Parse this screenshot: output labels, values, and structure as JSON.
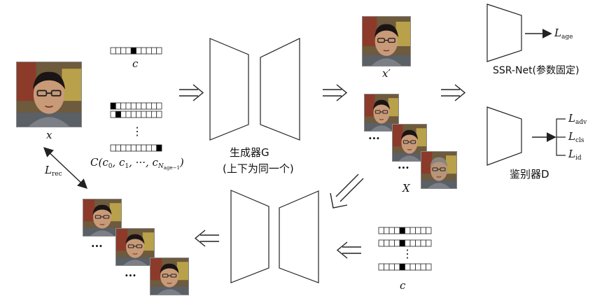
{
  "labels": {
    "x": "x",
    "x_prime": "x′",
    "X": "X",
    "c_top": "c",
    "c_bottom": "c",
    "C_main": "C(c",
    "C_s0": "0",
    "C_mid1": ", c",
    "C_s1": "1",
    "C_mid2": ", ···, c",
    "C_sN": "N",
    "C_sNsub": "age−1",
    "C_end": ")",
    "L_rec": "L",
    "L_rec_sub": "rec",
    "L_age": "L",
    "L_age_sub": "age",
    "L_adv": "L",
    "L_adv_sub": "adv",
    "L_cls": "L",
    "L_cls_sub": "cls",
    "L_id": "L",
    "L_id_sub": "id",
    "generator_line1": "生成器G",
    "generator_line2": "(上下为同一个)",
    "ssr_net": "SSR-Net(参数固定)",
    "discriminator": "鉴别器D",
    "dots": "···",
    "vdots": "⋮"
  },
  "colors": {
    "stroke": "#222222",
    "fill_cell": "#000000",
    "bg": "#ffffff"
  }
}
